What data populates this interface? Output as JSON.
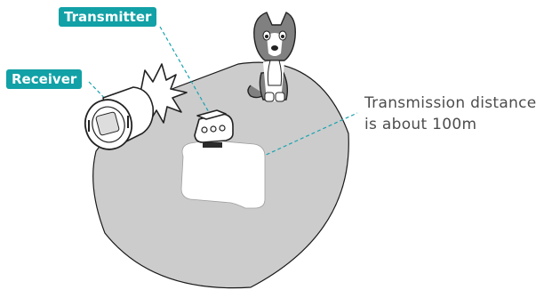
{
  "labels": {
    "transmitter": "Transmitter",
    "receiver": "Receiver"
  },
  "caption": {
    "line1": "Transmission distance",
    "line2": "is about 100m"
  },
  "colors": {
    "tag_background": "#11a1a6",
    "range_circle": "#cccccc",
    "leader_line": "#1aa3b0",
    "dog_fur": "#808080",
    "device_body": "#ffffff",
    "outline": "#222222"
  },
  "icons": [
    "transmitter-device-icon",
    "receiver-flash-icon",
    "flash-burst-icon",
    "dog-icon",
    "camera-body-icon"
  ]
}
